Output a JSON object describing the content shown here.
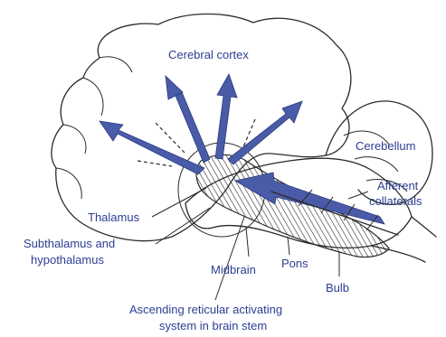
{
  "labels": {
    "cerebral_cortex": "Cerebral cortex",
    "cerebellum": "Cerebellum",
    "afferent_1": "Afferent",
    "afferent_2": "collaterals",
    "thalamus": "Thalamus",
    "subthalamus_1": "Subthalamus and",
    "subthalamus_2": "hypothalamus",
    "midbrain": "Midbrain",
    "pons": "Pons",
    "bulb": "Bulb",
    "caption_1": "Ascending reticular activating",
    "caption_2": "system in brain stem"
  },
  "colors": {
    "label_text": "#2c3e93",
    "arrow_fill": "#4a5ba8",
    "outline": "#2b2b2b"
  }
}
